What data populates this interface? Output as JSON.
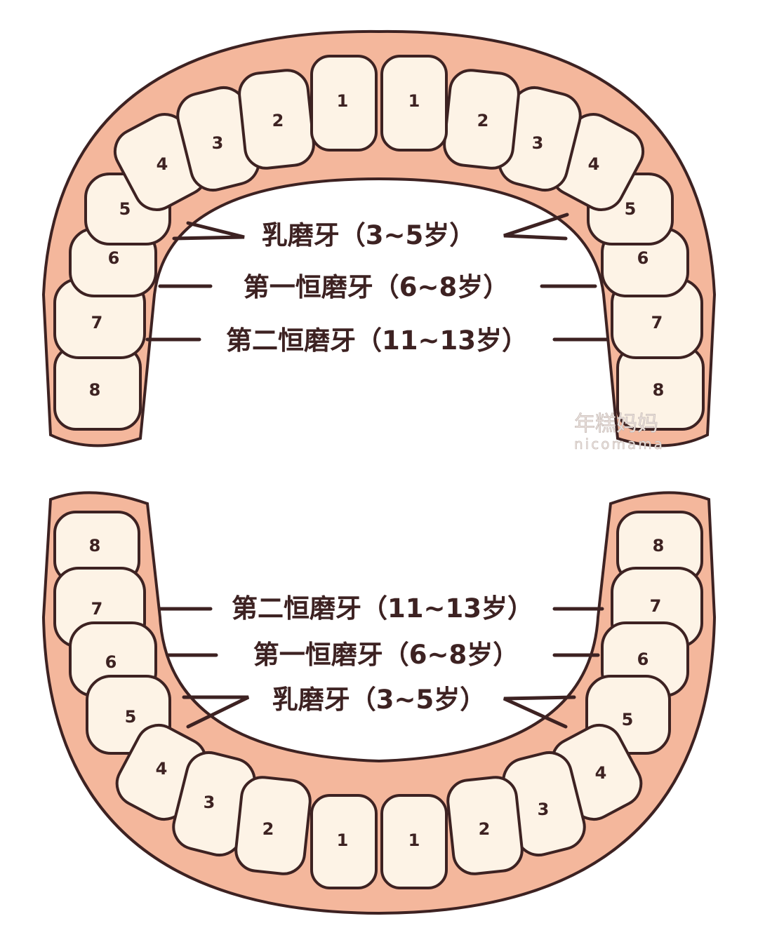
{
  "upper_arch": {
    "left_numbers": [
      "1",
      "2",
      "3",
      "4",
      "5",
      "6",
      "7",
      "8"
    ],
    "right_numbers": [
      "1",
      "2",
      "3",
      "4",
      "5",
      "6",
      "7",
      "8"
    ],
    "labels": {
      "primary_molar": "乳磨牙（3~5岁）",
      "first_permanent_molar": "第一恒磨牙（6~8岁）",
      "second_permanent_molar": "第二恒磨牙（11~13岁）"
    }
  },
  "lower_arch": {
    "left_numbers": [
      "1",
      "2",
      "3",
      "4",
      "5",
      "6",
      "7",
      "8"
    ],
    "right_numbers": [
      "1",
      "2",
      "3",
      "4",
      "5",
      "6",
      "7",
      "8"
    ],
    "labels": {
      "second_permanent_molar": "第二恒磨牙（11~13岁）",
      "first_permanent_molar": "第一恒磨牙（6~8岁）",
      "primary_molar": "乳磨牙（3~5岁）"
    }
  },
  "watermark": {
    "line1": "年糕妈妈",
    "line2": "nicomama"
  },
  "colors": {
    "gum": "#f4b79c",
    "tooth": "#fdf3e6",
    "outline": "#3d2222"
  }
}
